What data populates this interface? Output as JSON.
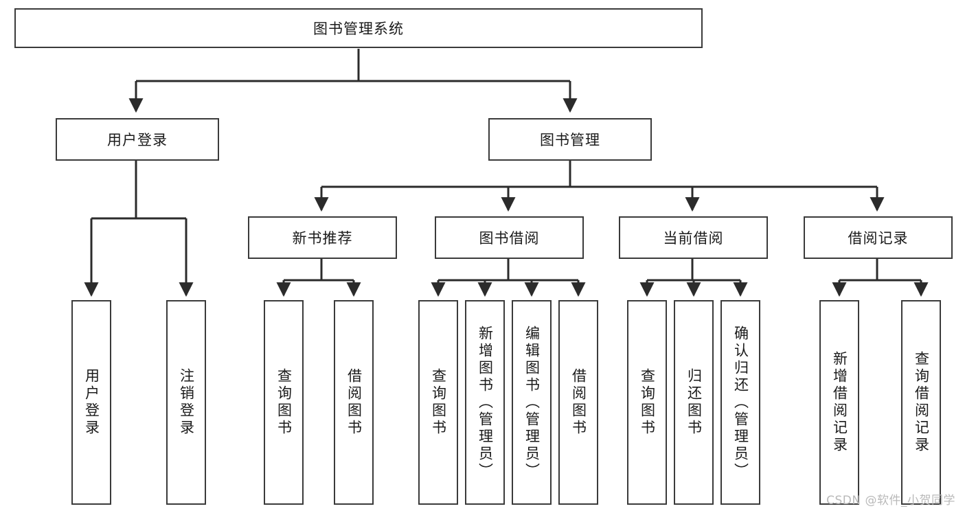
{
  "diagram": {
    "title": "图书管理系统",
    "type": "tree-hierarchy",
    "watermark": "CSDN @软件_小贺同学",
    "colors": {
      "box_border": "#3a3a3a",
      "box_fill": "#ffffff",
      "connector": "#2b2b2b",
      "text": "#1a1a1a",
      "watermark": "#b9b9b9"
    },
    "levels": {
      "root": {
        "label": "图书管理系统"
      },
      "level2": [
        {
          "label": "用户登录"
        },
        {
          "label": "图书管理"
        }
      ],
      "level3": [
        {
          "label": "新书推荐"
        },
        {
          "label": "图书借阅"
        },
        {
          "label": "当前借阅"
        },
        {
          "label": "借阅记录"
        }
      ],
      "leaves": {
        "user_login": [
          {
            "label": "用户登录"
          },
          {
            "label": "注销登录"
          }
        ],
        "new_book_recommend": [
          {
            "label": "查询图书"
          },
          {
            "label": "借阅图书"
          }
        ],
        "book_borrow": [
          {
            "label": "查询图书"
          },
          {
            "label": "新增图书（管理员）"
          },
          {
            "label": "编辑图书（管理员）"
          },
          {
            "label": "借阅图书"
          }
        ],
        "current_borrow": [
          {
            "label": "查询图书"
          },
          {
            "label": "归还图书"
          },
          {
            "label": "确认归还（管理员）"
          }
        ],
        "borrow_record": [
          {
            "label": "新增借阅记录"
          },
          {
            "label": "查询借阅记录"
          }
        ]
      }
    }
  }
}
